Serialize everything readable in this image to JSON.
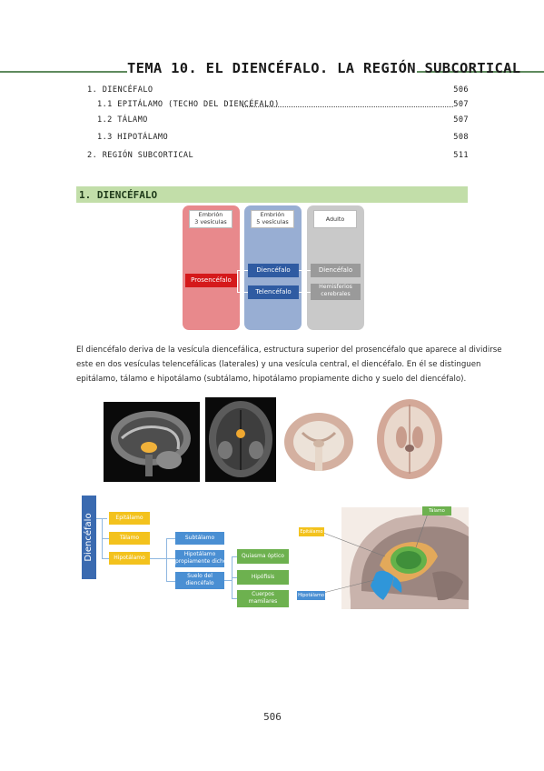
{
  "header": {
    "title": "TEMA 10. EL DIENCÉFALO. LA REGIÓN SUBCORTICAL"
  },
  "toc": [
    {
      "label": "1. DIENCÉFALO",
      "page": "506"
    },
    {
      "label": "1.1 EPITÁLAMO (TECHO DEL DIENCÉFALO)",
      "page": "507"
    },
    {
      "label": "1.2 TÁLAMO",
      "page": "507"
    },
    {
      "label": "1.3 HIPOTÁLAMO",
      "page": "508"
    },
    {
      "label": "2. REGIÓN SUBCORTICAL",
      "page": "511"
    }
  ],
  "section": {
    "title": "1. DIENCÉFALO"
  },
  "diagram": {
    "col1_header": "Embrión\n3 vesículas",
    "col2_header": "Embrión\n5 vesículas",
    "col3_header": "Adulto",
    "prosencefalo": "Prosencéfalo",
    "diencefalo": "Diencéfalo",
    "telencefalo": "Telencéfalo",
    "adult_diencefalo": "Diencéfalo",
    "adult_hemispheres": "Hemisferios\ncerebrales"
  },
  "paragraph": {
    "lines": [
      "El diencéfalo deriva de la vesícula diencefálica, estructura superior del prosencéfalo que aparece al dividirse",
      "este en dos vesículas telencefálicas (laterales) y una vesícula central, el diencéfalo. En él se distinguen",
      "epitálamo, tálamo e hipotálamo (subtálamo, hipotálamo propiamente dicho y suelo del diencéfalo)."
    ]
  },
  "concept_map": {
    "root": "Diencéfalo",
    "epitalamo": "Epitálamo",
    "talamo": "Tálamo",
    "hipotalamo": "Hipotálamo",
    "subtalamo": "Subtálamo",
    "hip_propio": "Hipotálamo\npropiamente dicho",
    "suelo": "Suelo del\ndiencéfalo",
    "quiasma": "Quiasma óptico",
    "hipofisis": "Hipófisis",
    "cuerpos": "Cuerpos\nmamilares",
    "fig_talamo": "Tálamo",
    "fig_epitalamo": "Epitálamo",
    "fig_hipotalamo": "Hipotálamo"
  },
  "footer": {
    "page_number": "506"
  },
  "colors": {
    "rule": "#5f8a5e",
    "section_bg": "#c2dea9",
    "col_red": "#e8898c",
    "col_blue": "#98aed3",
    "col_gray": "#c9c9c9",
    "map_root": "#3a6ab0",
    "map_yellow": "#f3c21d",
    "map_blue": "#4a8fd3",
    "map_green": "#6db14f"
  }
}
